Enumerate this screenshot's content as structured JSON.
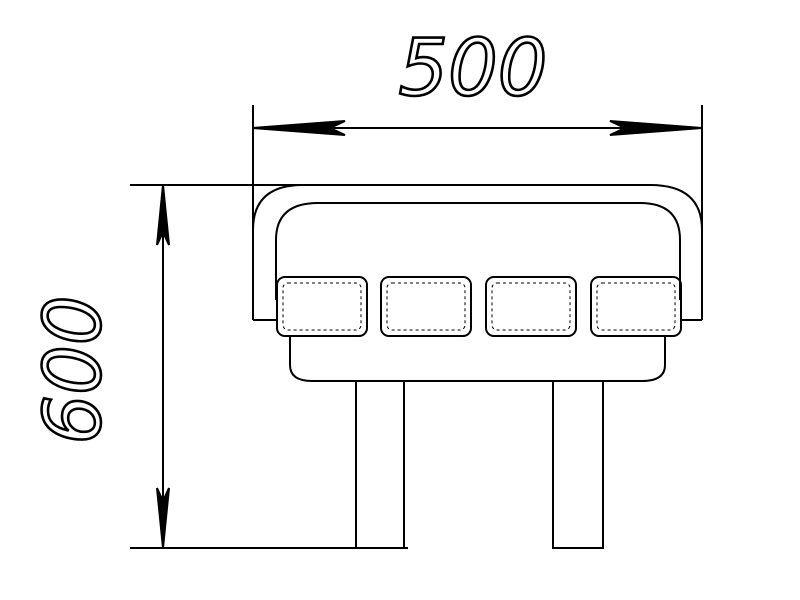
{
  "drawing": {
    "width_label": "500",
    "height_label": "600",
    "line_color": "#000000",
    "background": "#ffffff",
    "cushion_count": 4,
    "leg_count": 2
  }
}
